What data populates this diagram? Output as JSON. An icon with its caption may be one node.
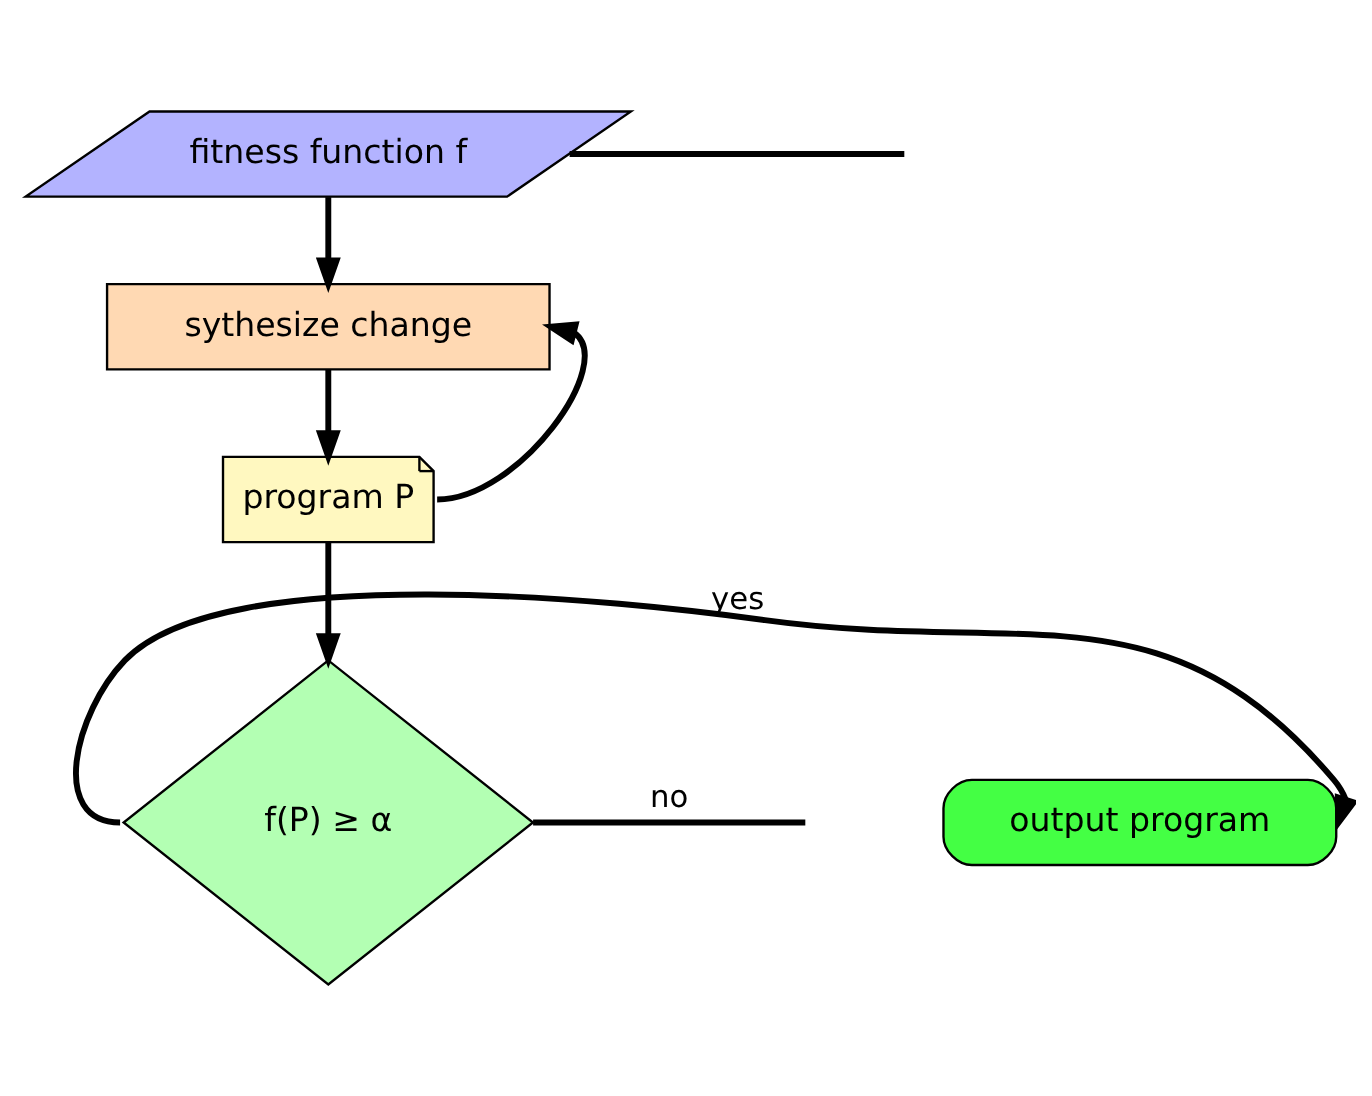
{
  "diagram": {
    "nodes": [
      {
        "text": [
          "fitness function f"
        ]
      },
      {
        "text": [
          "sythesize change"
        ]
      },
      {
        "text": [
          "program P"
        ]
      },
      {
        "text": [
          "f(P) ≥ α"
        ]
      },
      {
        "text": [
          "output program"
        ]
      }
    ],
    "edges": [
      {
        "from": 0,
        "to": 1,
        "arrow": "to"
      },
      {
        "from": 0,
        "to": null,
        "arrow": "none"
      },
      {
        "from": 1,
        "to": 2,
        "arrow": "to"
      },
      {
        "from": 2,
        "to": 1,
        "arrow": "to"
      },
      {
        "from": 2,
        "to": 3,
        "arrow": "to"
      },
      {
        "from": 3,
        "to": 4,
        "label": "yes",
        "arrow": "to"
      },
      {
        "from": 3,
        "to": null,
        "label": "no",
        "arrow": "none"
      }
    ]
  }
}
